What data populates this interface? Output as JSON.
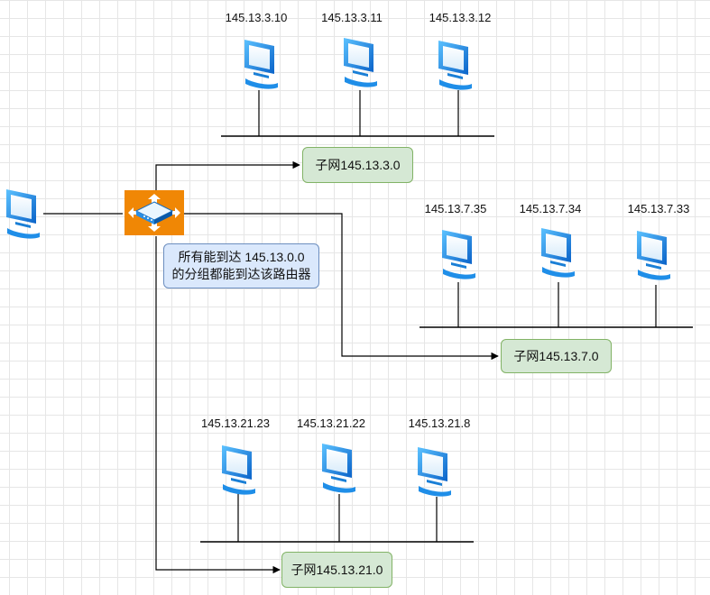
{
  "router": {
    "icon": "router-icon"
  },
  "host": {
    "icon": "monitor-icon"
  },
  "subnets": [
    {
      "label": "子网145.13.3.0",
      "hosts": [
        "145.13.3.10",
        "145.13.3.11",
        "145.13.3.12"
      ]
    },
    {
      "label": "子网145.13.7.0",
      "hosts": [
        "145.13.7.35",
        "145.13.7.34",
        "145.13.7.33"
      ]
    },
    {
      "label": "子网145.13.21.0",
      "hosts": [
        "145.13.21.23",
        "145.13.21.22",
        "145.13.21.8"
      ]
    }
  ],
  "note": {
    "line1": "所有能到达 145.13.0.0",
    "line2": "的分组都能到达该路由器"
  },
  "colors": {
    "router_orange": "#f08705",
    "monitor_blue": "#1f8ee8",
    "subnet_fill": "#d5e8d4",
    "subnet_stroke": "#82b366",
    "note_fill": "#dae8fc",
    "note_stroke": "#6c8ebf"
  }
}
